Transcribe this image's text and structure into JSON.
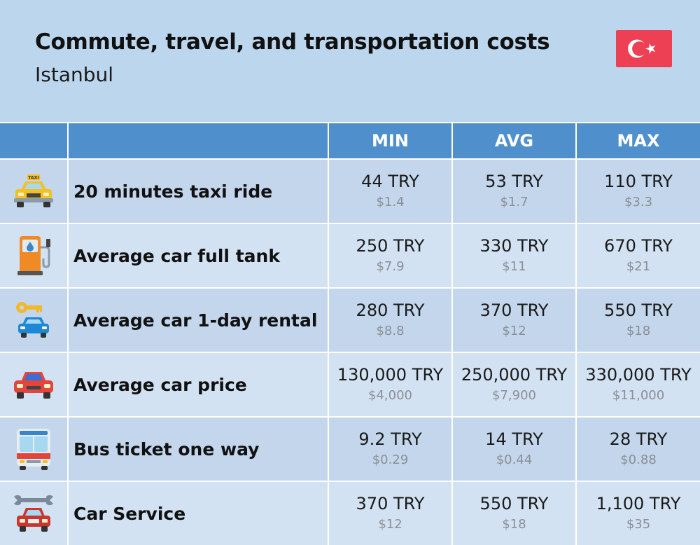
{
  "header": {
    "title": "Commute, travel, and transportation costs",
    "subtitle": "Istanbul",
    "flag_icon": "turkey-flag-icon"
  },
  "table": {
    "columns": [
      "MIN",
      "AVG",
      "MAX"
    ],
    "rows": [
      {
        "icon": "taxi-icon",
        "label": "20 minutes taxi ride",
        "min": "44 TRY",
        "min_usd": "$1.4",
        "avg": "53 TRY",
        "avg_usd": "$1.7",
        "max": "110 TRY",
        "max_usd": "$3.3"
      },
      {
        "icon": "fuel-pump-icon",
        "label": "Average car full tank",
        "min": "250 TRY",
        "min_usd": "$7.9",
        "avg": "330 TRY",
        "avg_usd": "$11",
        "max": "670 TRY",
        "max_usd": "$21"
      },
      {
        "icon": "car-key-icon",
        "label": "Average car 1-day rental",
        "min": "280 TRY",
        "min_usd": "$8.8",
        "avg": "370 TRY",
        "avg_usd": "$12",
        "max": "550 TRY",
        "max_usd": "$18"
      },
      {
        "icon": "car-icon",
        "label": "Average car price",
        "min": "130,000 TRY",
        "min_usd": "$4,000",
        "avg": "250,000 TRY",
        "avg_usd": "$7,900",
        "max": "330,000 TRY",
        "max_usd": "$11,000"
      },
      {
        "icon": "bus-icon",
        "label": "Bus ticket one way",
        "min": "9.2 TRY",
        "min_usd": "$0.29",
        "avg": "14 TRY",
        "avg_usd": "$0.44",
        "max": "28 TRY",
        "max_usd": "$0.88"
      },
      {
        "icon": "car-service-icon",
        "label": "Car Service",
        "min": "370 TRY",
        "min_usd": "$12",
        "avg": "550 TRY",
        "avg_usd": "$18",
        "max": "1,100 TRY",
        "max_usd": "$35"
      }
    ]
  },
  "colors": {
    "background": "#bcd6ee",
    "header_row": "#4f8fcb",
    "row_odd": "#c3d6ec",
    "row_even": "#d3e2f2",
    "flag_red": "#ee4054"
  }
}
